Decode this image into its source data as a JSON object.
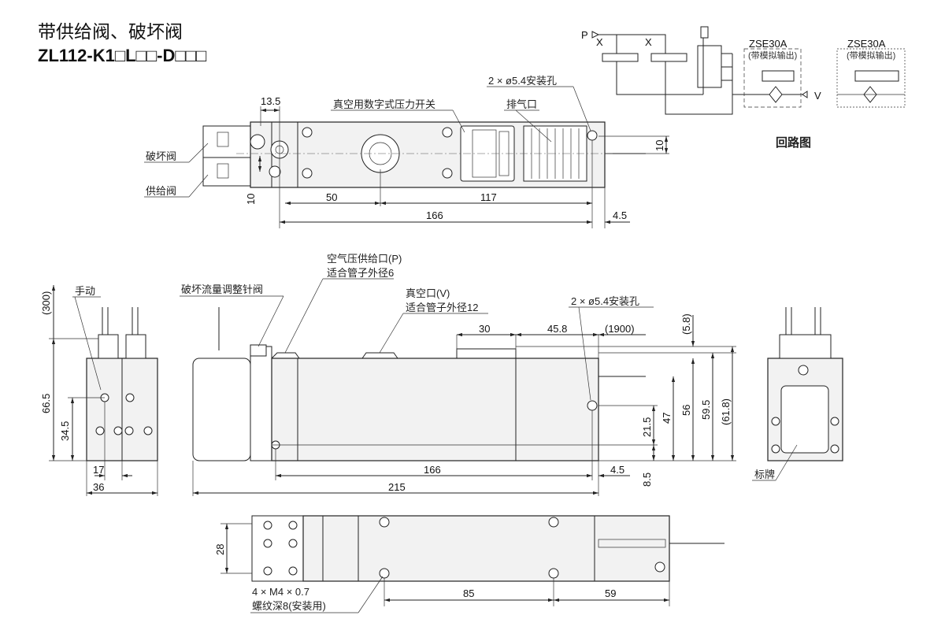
{
  "header": {
    "title": "带供给阀、破坏阀",
    "model": "ZL112-K1□L□□-D□□□"
  },
  "top_view": {
    "dim_13_5": "13.5",
    "switch_label": "真空用数字式压力开关",
    "exhaust_label": "排气口",
    "mount_hole_label": "2 × ø5.4安装孔",
    "break_valve": "破坏阀",
    "supply_valve": "供给阀",
    "dim_10_left": "10",
    "dim_50": "50",
    "dim_117": "117",
    "dim_166": "166",
    "dim_4_5": "4.5",
    "dim_10_right": "10"
  },
  "circuit": {
    "port_p": "P",
    "port_x1": "X",
    "port_x2": "X",
    "sensor1_name": "ZSE30A",
    "sensor1_note": "(带模拟输出)",
    "sensor2_name": "ZSE30A",
    "sensor2_note": "(带模拟输出)",
    "port_v": "V",
    "title": "回路图"
  },
  "front_view": {
    "dim_300": "(300)",
    "manual_label": "手动",
    "dim_66_5": "66.5",
    "dim_34_5": "34.5",
    "dim_17": "17",
    "dim_36": "36"
  },
  "side_view": {
    "needle_label": "破坏流量调整针阀",
    "supply_port_label": "空气压供给口(P)",
    "supply_tube": "适合管子外径6",
    "vacuum_port_label": "真空口(V)",
    "vacuum_tube": "适合管子外径12",
    "mount_hole_label": "2 × ø5.4安装孔",
    "dim_30": "30",
    "dim_45_8": "45.8",
    "dim_1900": "(1900)",
    "dim_5_8": "(5.8)",
    "dim_21_5": "21.5",
    "dim_47": "47",
    "dim_56": "56",
    "dim_59_5": "59.5",
    "dim_61_8": "(61.8)",
    "dim_166": "166",
    "dim_4_5": "4.5",
    "dim_8_5": "8.5",
    "dim_215": "215"
  },
  "right_view": {
    "nameplate_label": "标牌"
  },
  "bottom_view": {
    "dim_28": "28",
    "thread_label": "4 × M4 × 0.7",
    "thread_depth": "螺纹深8(安装用)",
    "dim_85": "85",
    "dim_59": "59"
  }
}
